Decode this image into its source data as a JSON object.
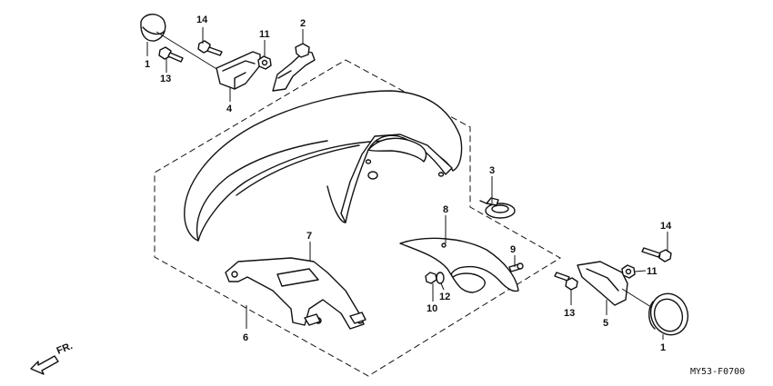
{
  "diagram": {
    "code": "MY53-F0700",
    "direction_label": "FR.",
    "callouts": [
      "1",
      "13",
      "14",
      "4",
      "11",
      "2",
      "3",
      "8",
      "9",
      "7",
      "10",
      "12",
      "6",
      "14",
      "11",
      "13",
      "5",
      "1"
    ]
  }
}
